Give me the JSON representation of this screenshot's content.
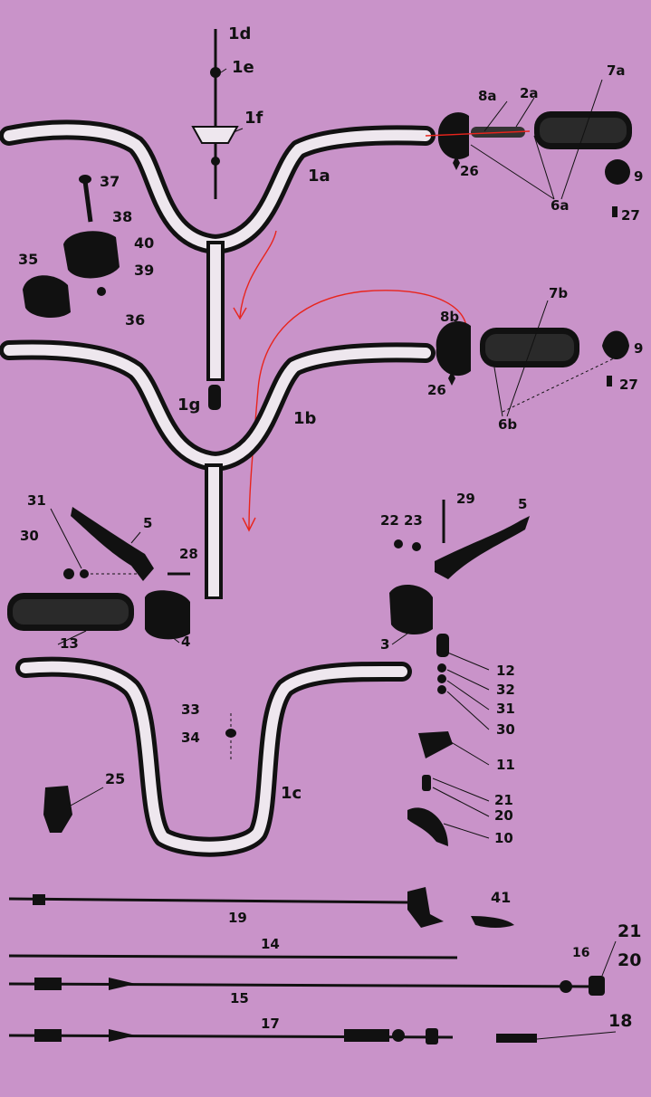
{
  "labels": {
    "l1d": "1d",
    "l1e": "1e",
    "l1f": "1f",
    "l1a": "1a",
    "l1b": "1b",
    "l1c": "1c",
    "l1g": "1g",
    "l2a": "2a",
    "l8a": "8a",
    "l7a": "7a",
    "l26a": "26",
    "l6a": "6a",
    "l9a": "9",
    "l27a": "27",
    "l37": "37",
    "l38": "38",
    "l40": "40",
    "l39": "39",
    "l35": "35",
    "l36": "36",
    "l8b": "8b",
    "l7b": "7b",
    "l9b": "9",
    "l26b": "26",
    "l27b": "27",
    "l6b": "6b",
    "l31a": "31",
    "l30a": "30",
    "l5a": "5",
    "l28": "28",
    "l13": "13",
    "l4": "4",
    "l22": "22",
    "l23": "23",
    "l29": "29",
    "l5b": "5",
    "l3": "3",
    "l12": "12",
    "l32": "32",
    "l31b": "31",
    "l30b": "30",
    "l11": "11",
    "l21a": "21",
    "l20a": "20",
    "l10": "10",
    "l33": "33",
    "l34": "34",
    "l25": "25",
    "l19": "19",
    "l41": "41",
    "l14": "14",
    "l15": "15",
    "l16": "16",
    "l21b": "21",
    "l20b": "20",
    "l17": "17",
    "l18": "18"
  },
  "colors": {
    "background": "#c993c9",
    "ink": "#111111",
    "highlight": "#e8241c"
  }
}
